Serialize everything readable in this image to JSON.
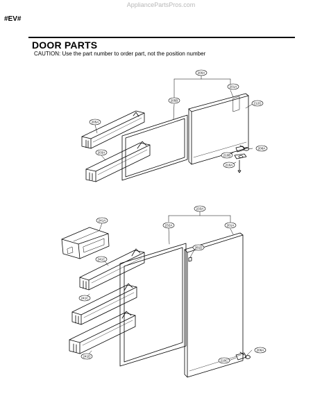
{
  "header": {
    "watermark": "AppliancePartsPros.com",
    "page_tag": "#EV#"
  },
  "section": {
    "title": "DOOR PARTS",
    "caution": "CAUTION: Use the part number to order part, not the position number"
  },
  "callouts": {
    "c200a": "200A",
    "c201a_top": "201A",
    "c205b": "205B",
    "c212g": "212G",
    "c205a": "205A",
    "c203a": "203A",
    "c210b": "210B",
    "c206a_top": "206A",
    "c216a": "216A",
    "c233a": "233A",
    "c201a_bot": "201A",
    "c232a": "232A",
    "c241a": "241A",
    "c281d": "281D",
    "c241c_a": "241C",
    "c241c_b": "241C",
    "c241d": "241D",
    "c216c": "216C",
    "c206a_bot": "206A"
  }
}
